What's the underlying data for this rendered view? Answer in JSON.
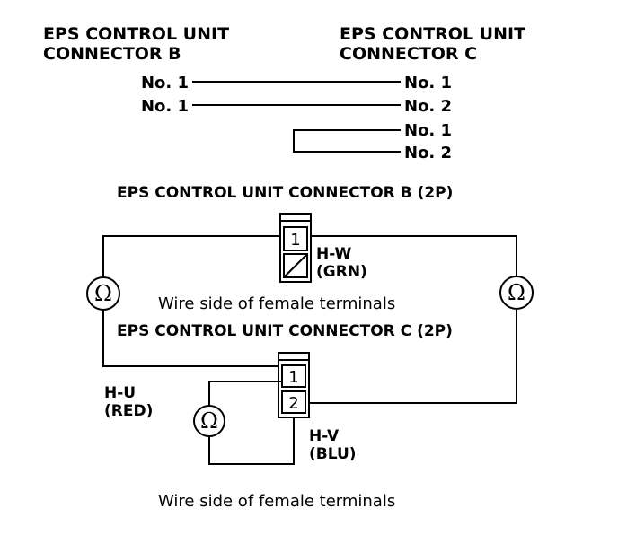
{
  "headers": {
    "connector_b": [
      "EPS CONTROL UNIT",
      "CONNECTOR B"
    ],
    "connector_c": [
      "EPS CONTROL UNIT",
      "CONNECTOR C"
    ]
  },
  "pin_table": {
    "rows": [
      {
        "b": "No. 1",
        "c": "No. 1"
      },
      {
        "b": "No. 1",
        "c": "No. 2"
      },
      {
        "b": "",
        "c": "No. 1"
      },
      {
        "b": "",
        "c": "No. 2"
      }
    ]
  },
  "connector_b_diagram": {
    "title": "EPS CONTROL UNIT CONNECTOR B (2P)",
    "pin": "1",
    "wire_code": "H-W",
    "wire_color": "(GRN)",
    "note": "Wire side of female terminals"
  },
  "connector_c_diagram": {
    "title": "EPS CONTROL UNIT CONNECTOR C (2P)",
    "pins": [
      "1",
      "2"
    ],
    "wire_u_code": "H-U",
    "wire_u_color": "(RED)",
    "wire_v_code": "H-V",
    "wire_v_color": "(BLU)",
    "note": "Wire side of female terminals"
  },
  "meters": {
    "symbol": "Ω"
  }
}
